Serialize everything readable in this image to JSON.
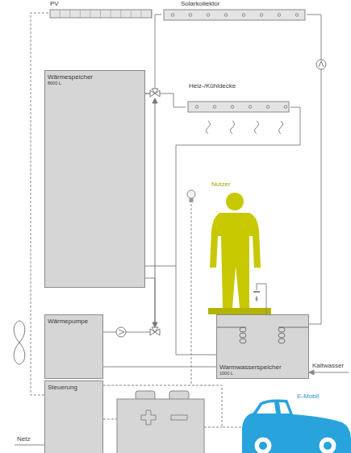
{
  "diagram": {
    "nodes": [
      {
        "text": [
          "PV"
        ]
      },
      {
        "text": [
          "Solarkollektor"
        ]
      },
      {
        "text": [
          "Wärmespeicher",
          "8000 L"
        ]
      },
      {
        "text": [
          "Heiz-/Kühldecke"
        ]
      },
      {
        "text": [
          "Nutzer"
        ]
      },
      {
        "text": [
          "Wärmepumpe"
        ]
      },
      {
        "text": [
          "Warmwasserspeicher",
          "1000 L"
        ]
      },
      {
        "text": [
          "Steuerung"
        ]
      },
      {
        "text": [
          "E-Mobil"
        ]
      }
    ],
    "edges": [
      {
        "from": 1,
        "to": 6,
        "arrow": "none"
      },
      {
        "from": 1,
        "to": 2,
        "arrow": "none"
      },
      {
        "from": 2,
        "to": 3,
        "arrow": "none"
      },
      {
        "from": 3,
        "to": 2,
        "arrow": "none"
      },
      {
        "from": 5,
        "to": 2,
        "arrow": "none"
      },
      {
        "from": 5,
        "to": 6,
        "arrow": "none"
      },
      {
        "from": 0,
        "to": 7,
        "arrow": "none"
      },
      {
        "from": 7,
        "to": 8,
        "arrow": "none"
      }
    ],
    "labels": [
      "Kaltwasser",
      "Netz"
    ]
  }
}
